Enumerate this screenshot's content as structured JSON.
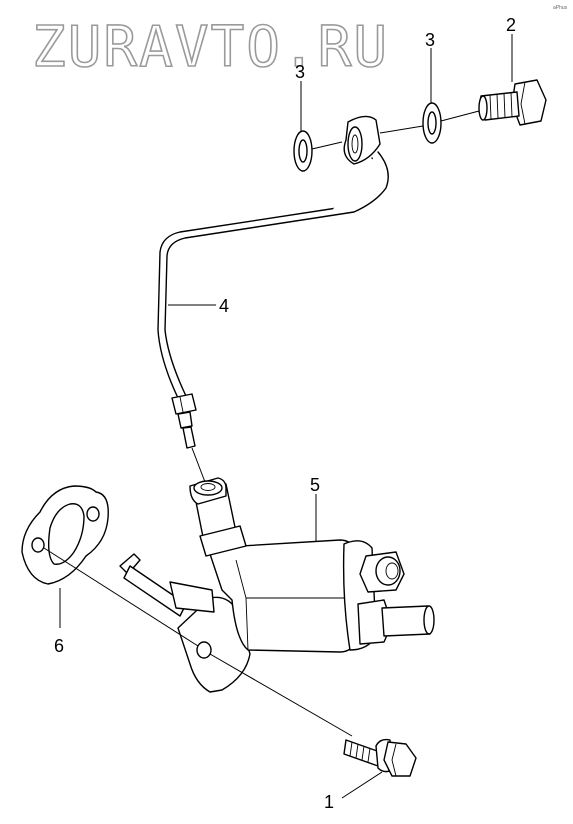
{
  "watermark": "ZURAVTO.RU",
  "corner_mark": "aPhus",
  "callouts": {
    "c1": "1",
    "c2": "2",
    "c3a": "3",
    "c3b": "3",
    "c4": "4",
    "c5": "5",
    "c6": "6"
  },
  "colors": {
    "line": "#000000",
    "watermark_outline": "#9a9a9a",
    "background": "#ffffff"
  }
}
